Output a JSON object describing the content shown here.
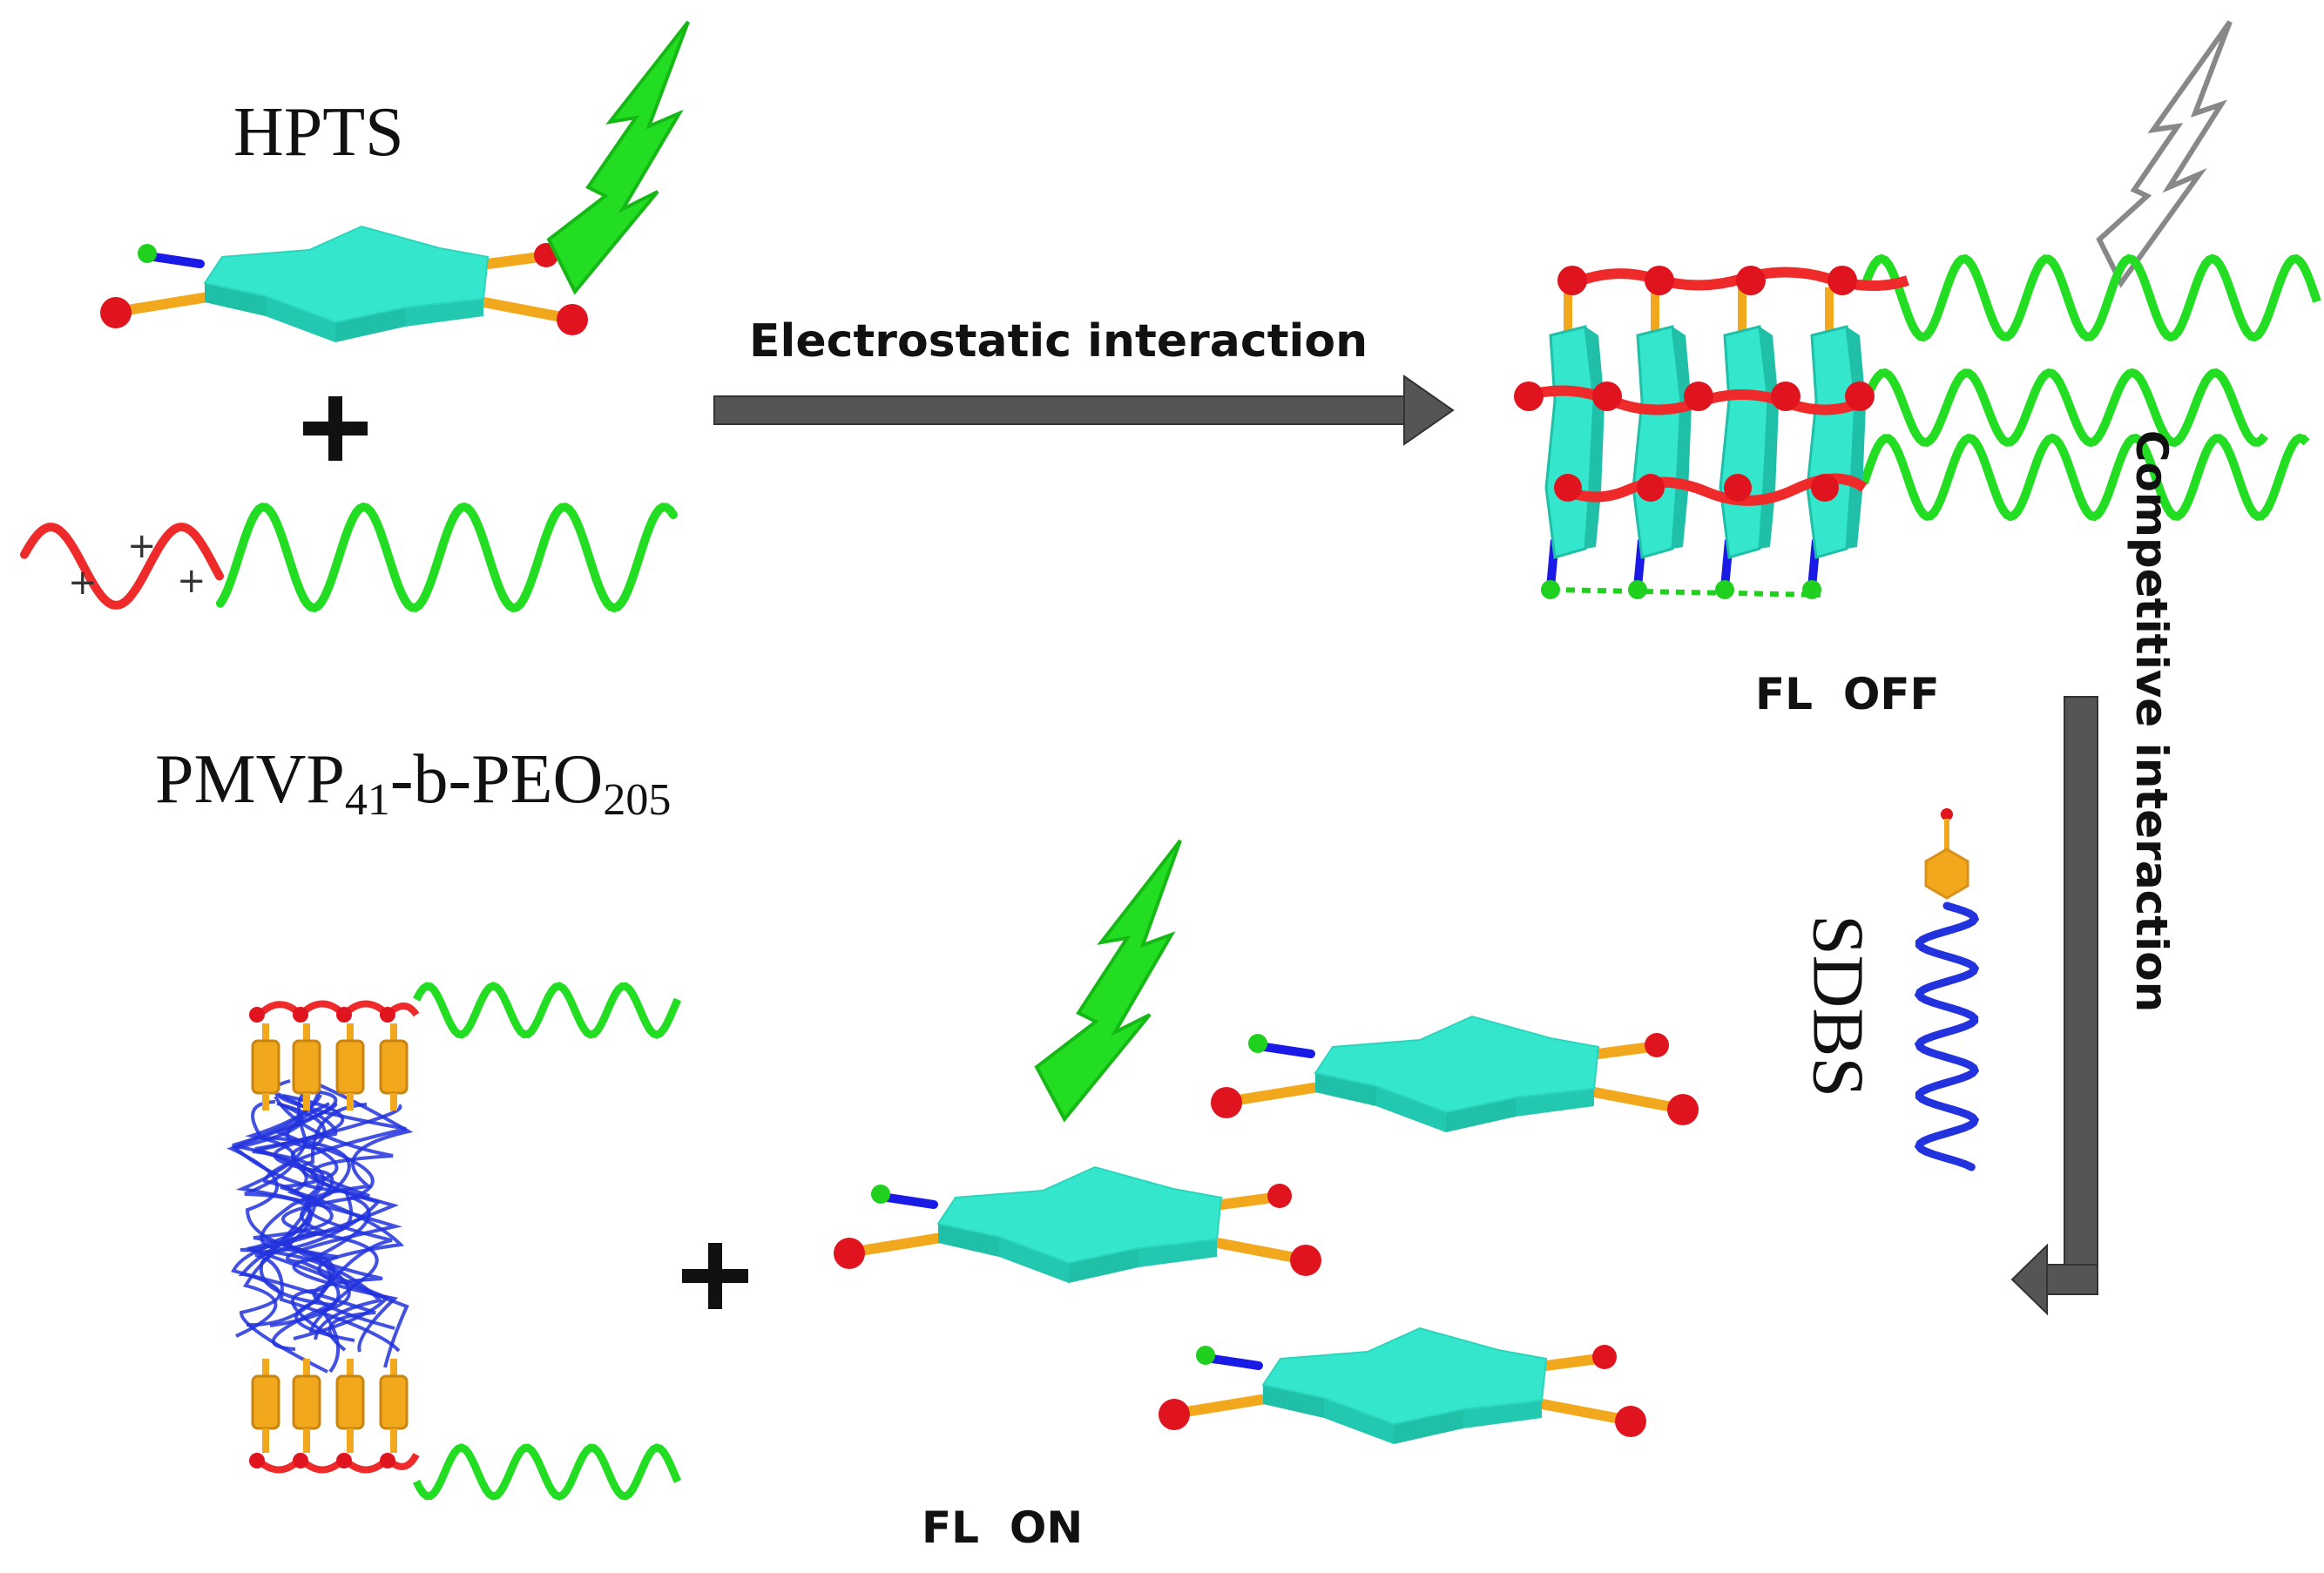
{
  "labels": {
    "hpts": "HPTS",
    "polymer_main": "PMVP",
    "polymer_sub1": "41",
    "polymer_mid": "-b-PEO",
    "polymer_sub2": "205",
    "electrostatic": "Electrostatic interaction",
    "competitive": "Competitive interaction",
    "sdbs": "SDBS",
    "fl_off": "FL  OFF",
    "fl_on": "FL  ON",
    "plus_sign": "+",
    "charge_sign": "+"
  },
  "colors": {
    "hpts_slab": "#33E6CC",
    "hpts_slab_side": "#1FBFA8",
    "sulfonate_ball": "#E0141E",
    "linker_orange": "#F2A81C",
    "amine_blue": "#1A1AE6",
    "green_ball": "#1FD01F",
    "peo_green": "#22DD22",
    "cationic_red": "#EE2A2A",
    "surfactant_blue": "#2233DD",
    "arrow_gray": "#555555",
    "flash_green": "#22DD22",
    "flash_outline": "#888888"
  },
  "icons": {
    "fluorescence_on": "lightning-flash-icon",
    "fluorescence_off": "lightning-flash-outline-icon"
  }
}
